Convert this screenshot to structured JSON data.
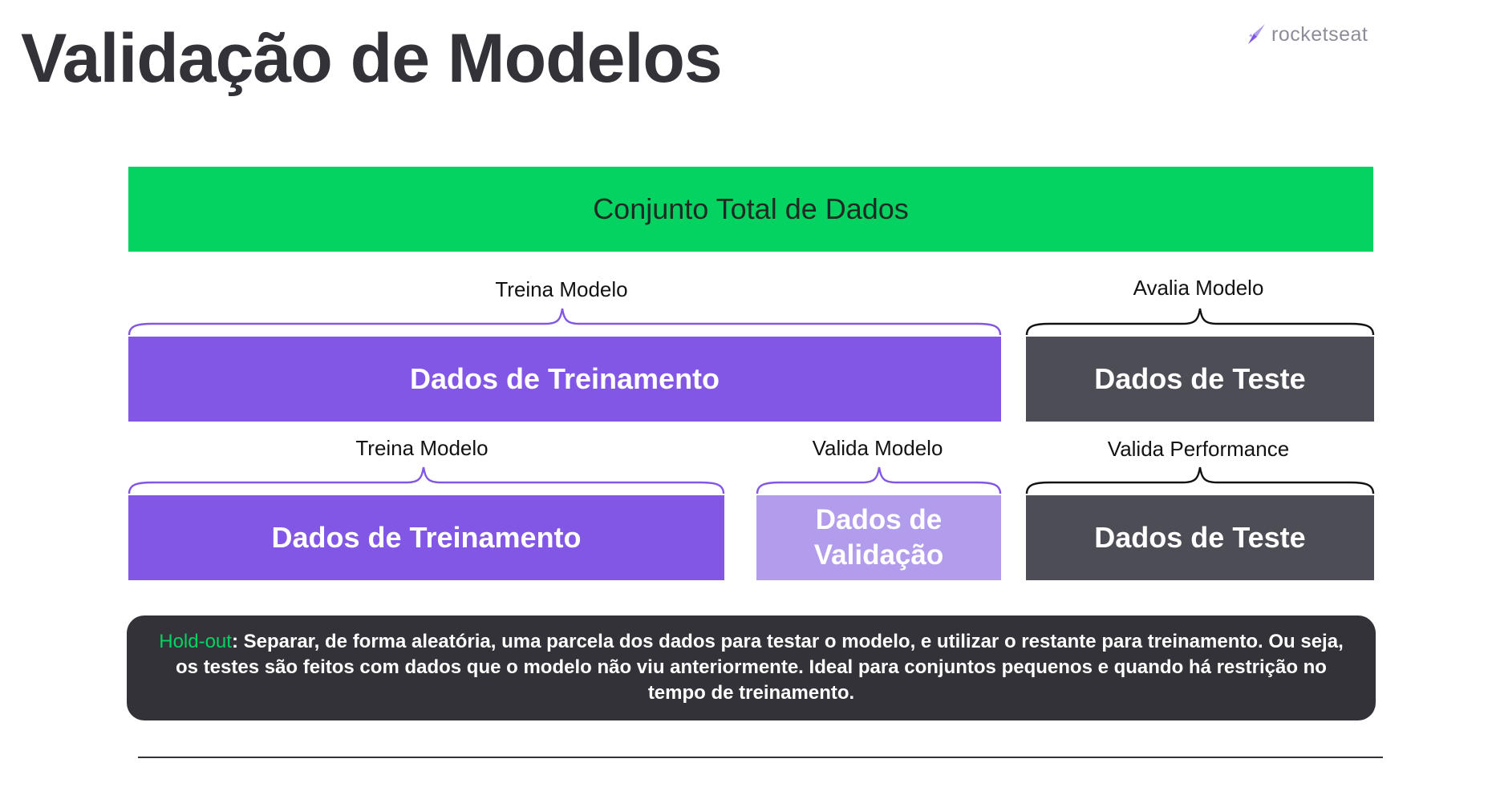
{
  "slide": {
    "title": "Validação de Modelos",
    "logo_text": "rocketseat",
    "logo_icon": "rocket-icon"
  },
  "diagram": {
    "total": {
      "label": "Conjunto Total de Dados",
      "color": "#04d361"
    },
    "row1": {
      "train_brace_label": "Treina Modelo",
      "train_box": "Dados de Treinamento",
      "test_brace_label": "Avalia Modelo",
      "test_box": "Dados de Teste"
    },
    "row2": {
      "train_brace_label": "Treina Modelo",
      "train_box": "Dados de Treinamento",
      "valid_brace_label": "Valida Modelo",
      "valid_box_line1": "Dados de",
      "valid_box_line2": "Validação",
      "test_brace_label": "Valida Performance",
      "test_box": "Dados de Teste"
    },
    "colors": {
      "train": "#8257e5",
      "validation": "#b29cec",
      "test": "#4d4d55",
      "brace_purple": "#8257e5",
      "brace_dark": "#121214"
    }
  },
  "note": {
    "term": "Hold-out",
    "text": ": Separar, de forma aleatória, uma parcela dos dados para testar o modelo, e utilizar o restante para treinamento. Ou seja, os testes são feitos com dados que o modelo não viu anteriormente. Ideal para conjuntos pequenos e quando há restrição no tempo de treinamento."
  }
}
